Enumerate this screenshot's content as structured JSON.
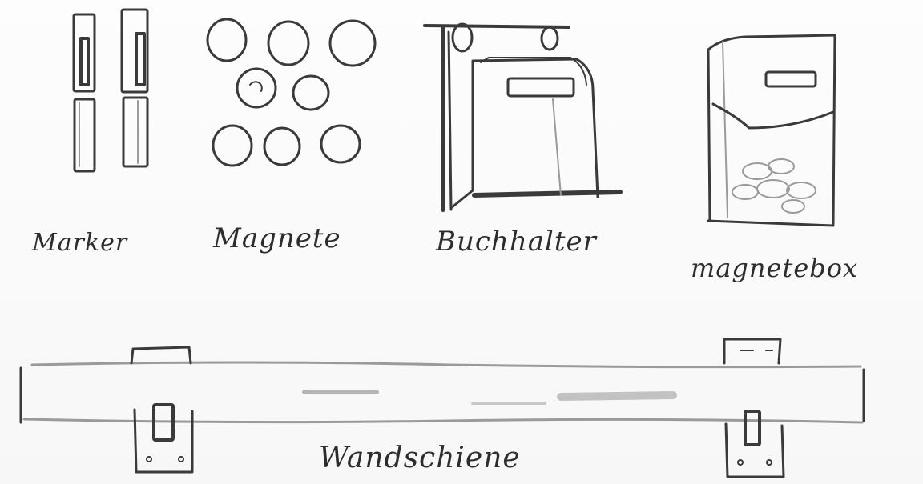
{
  "labels": {
    "marker": "Marker",
    "magnete": "Magnete",
    "buchhalter": "Buchhalter",
    "magnetebox": "magnetebox",
    "wandschiene": "Wandschiene"
  },
  "colors": {
    "pencil": "#3a3a3a",
    "paper": "#ffffff",
    "shade": "#9a9a9a"
  }
}
